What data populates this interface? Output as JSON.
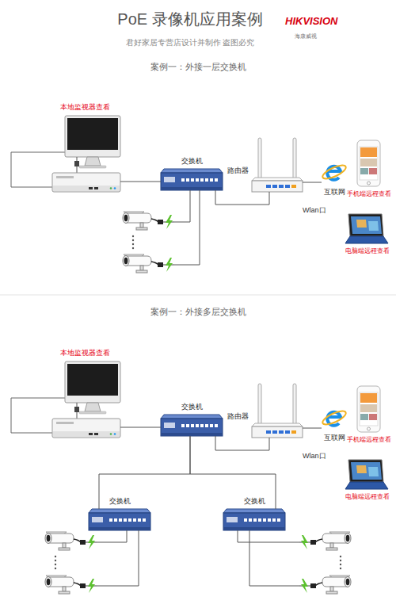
{
  "diagram": {
    "title": "PoE 录像机应用案例",
    "nodes": [
      {
        "text": [
          "本地监视器查看"
        ]
      },
      {
        "text": [
          "交换机"
        ]
      },
      {
        "text": [
          "路由器"
        ]
      },
      {
        "text": [
          "互联网"
        ]
      },
      {
        "text": [
          "手机端远程查看"
        ]
      },
      {
        "text": [
          "电脑端远程查看"
        ]
      },
      {
        "text": [
          "本地监视器查看"
        ]
      },
      {
        "text": [
          "交换机"
        ]
      },
      {
        "text": [
          "路由器"
        ]
      },
      {
        "text": [
          "互联网"
        ]
      },
      {
        "text": [
          "手机端远程查看"
        ]
      },
      {
        "text": [
          "电脑端远程查看"
        ]
      },
      {
        "text": [
          "交换机"
        ]
      },
      {
        "text": [
          "交换机"
        ]
      }
    ],
    "edges": [
      {
        "from": 0,
        "to": 1,
        "arrow": "none"
      },
      {
        "from": 1,
        "to": 2,
        "arrow": "none"
      },
      {
        "from": 2,
        "to": 3,
        "arrow": "none"
      },
      {
        "from": 6,
        "to": 7,
        "arrow": "none"
      },
      {
        "from": 7,
        "to": 8,
        "arrow": "none"
      },
      {
        "from": 8,
        "to": 9,
        "arrow": "none"
      },
      {
        "from": 7,
        "to": 12,
        "arrow": "none"
      },
      {
        "from": 7,
        "to": 13,
        "arrow": "none"
      }
    ],
    "labels": [
      "HIKVISION",
      "海康威视",
      "君好家居专营店设计并制作 盗图必究",
      "案例一：外接一层交换机",
      "Wlan口",
      "案例一：外接多层交换机",
      "Wlan口"
    ]
  }
}
